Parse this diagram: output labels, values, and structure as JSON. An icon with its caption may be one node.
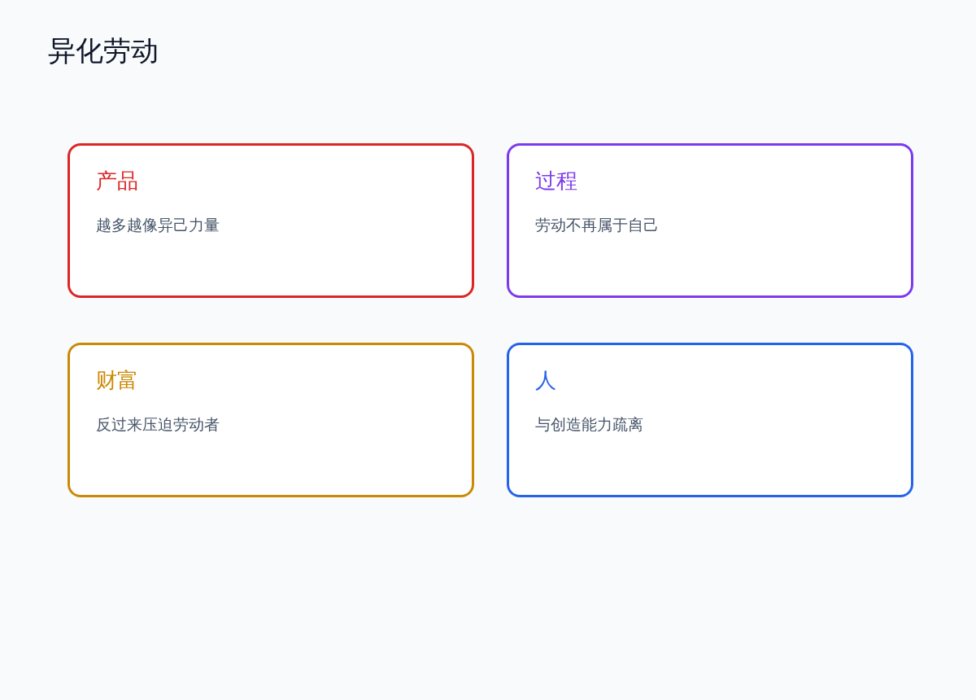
{
  "diagram": {
    "title": "异化劳动",
    "nodes": [
      {
        "text": [
          "产品",
          "越多越像异己力量"
        ]
      },
      {
        "text": [
          "过程",
          "劳动不再属于自己"
        ]
      },
      {
        "text": [
          "财富",
          "反过来压迫劳动者"
        ]
      },
      {
        "text": [
          "人",
          "与创造能力疏离"
        ]
      }
    ]
  }
}
